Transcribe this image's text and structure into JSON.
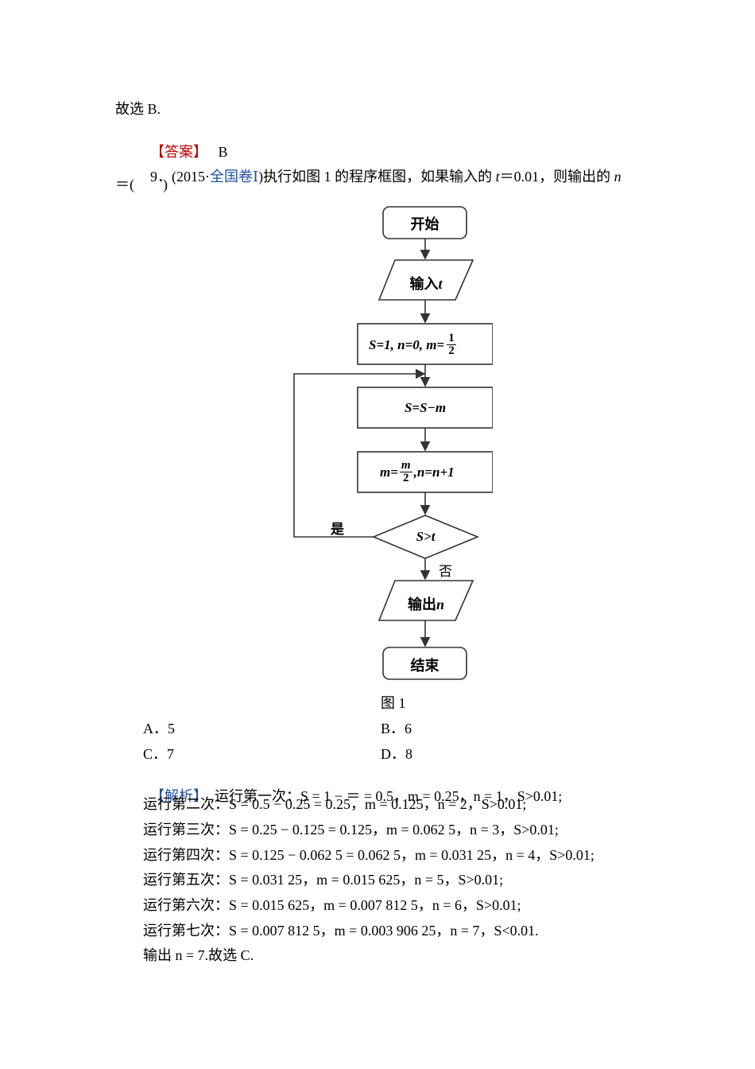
{
  "lines": {
    "l1": "故选 B.",
    "ans_tag": "【答案】",
    "ans_val": "B",
    "q_num": "9．(2015·",
    "q_src": "全国卷Ⅰ",
    "q_text1": ")执行如图 1 的程序框图，如果输入的 ",
    "q_t": "t",
    "q_text2": "＝0.01，则输出的 ",
    "q_n": "n",
    "q_text3": "＝(　　)"
  },
  "flowchart": {
    "start": "开始",
    "input": "输入",
    "input_var": "t",
    "init": "S=1, n=0, m=",
    "init_num": "1",
    "init_den": "2",
    "step1": "S=S−m",
    "step2_a": "m=",
    "step2_num": "m",
    "step2_den": "2",
    "step2_b": ",n=n+1",
    "cond": "S>t",
    "yes": "是",
    "no": "否",
    "output": "输出",
    "output_var": "n",
    "end": "结束"
  },
  "figure_caption": "图 1",
  "options": {
    "A": "A．5",
    "B": "B．6",
    "C": "C．7",
    "D": "D．8"
  },
  "solution": {
    "tag": "【解析】",
    "r1": "运行第一次：S = 1 − ＝ = 0.5，m = 0.25，n = 1，S>0.01;",
    "r2": "运行第二次：S = 0.5 − 0.25 = 0.25，m = 0.125，n = 2，S>0.01;",
    "r3": "运行第三次：S = 0.25 − 0.125 = 0.125，m = 0.062 5，n = 3，S>0.01;",
    "r4": "运行第四次：S = 0.125 − 0.062 5 = 0.062 5，m = 0.031 25，n = 4，S>0.01;",
    "r5": "运行第五次：S = 0.031 25，m = 0.015 625，n = 5，S>0.01;",
    "r6": "运行第六次：S = 0.015 625，m = 0.007 812 5，n = 6，S>0.01;",
    "r7": "运行第七次：S = 0.007 812 5，m = 0.003 906 25，n = 7，S<0.01.",
    "r8": "输出 n = 7.故选 C."
  }
}
